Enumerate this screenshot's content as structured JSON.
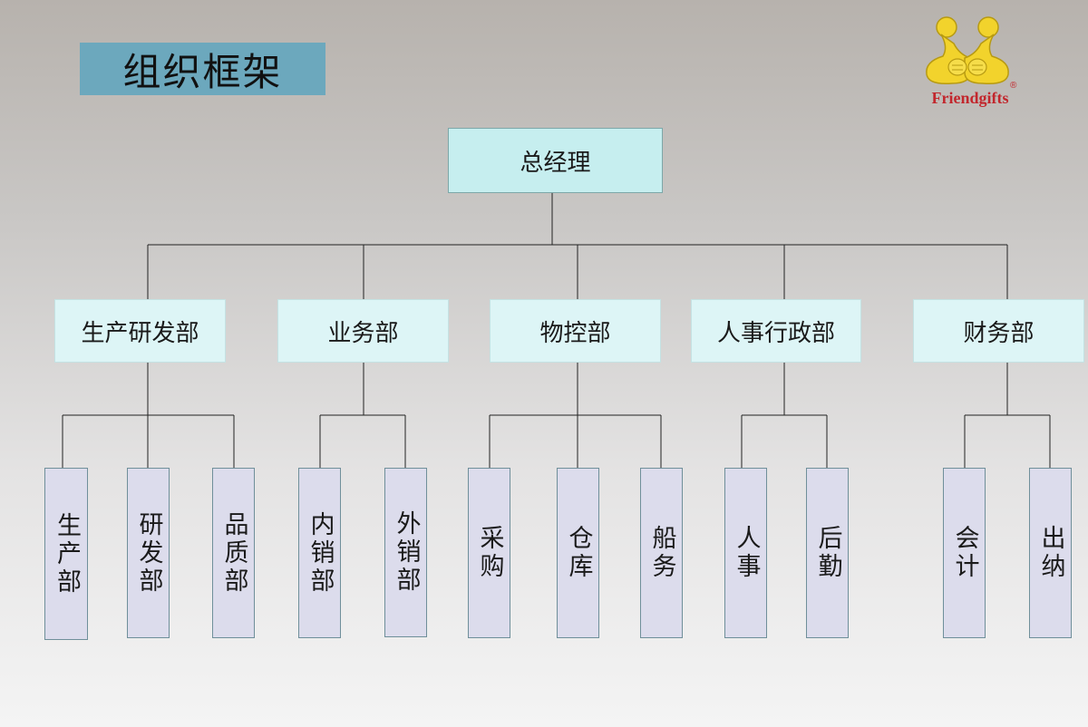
{
  "title": "组织框架",
  "logo": {
    "brand": "Friendgifts",
    "registered": "®"
  },
  "root": {
    "label": "总经理"
  },
  "departments": [
    {
      "label": "生产研发部",
      "subunits": [
        "生产部",
        "研发部",
        "品质部"
      ]
    },
    {
      "label": "业务部",
      "subunits": [
        "内销部",
        "外销部"
      ]
    },
    {
      "label": "物控部",
      "subunits": [
        "采购",
        "仓库",
        "船务"
      ]
    },
    {
      "label": "人事行政部",
      "subunits": [
        "人事",
        "后勤"
      ]
    },
    {
      "label": "财务部",
      "subunits": [
        "会计",
        "出纳"
      ]
    }
  ],
  "colors": {
    "title_bg": "#6ca8bd",
    "root_bg": "#c6eeef",
    "dept_bg": "#ddf5f6",
    "sub_bg": "#dcdcec",
    "brand": "#c2272d",
    "logo_yellow": "#f2d32c"
  }
}
